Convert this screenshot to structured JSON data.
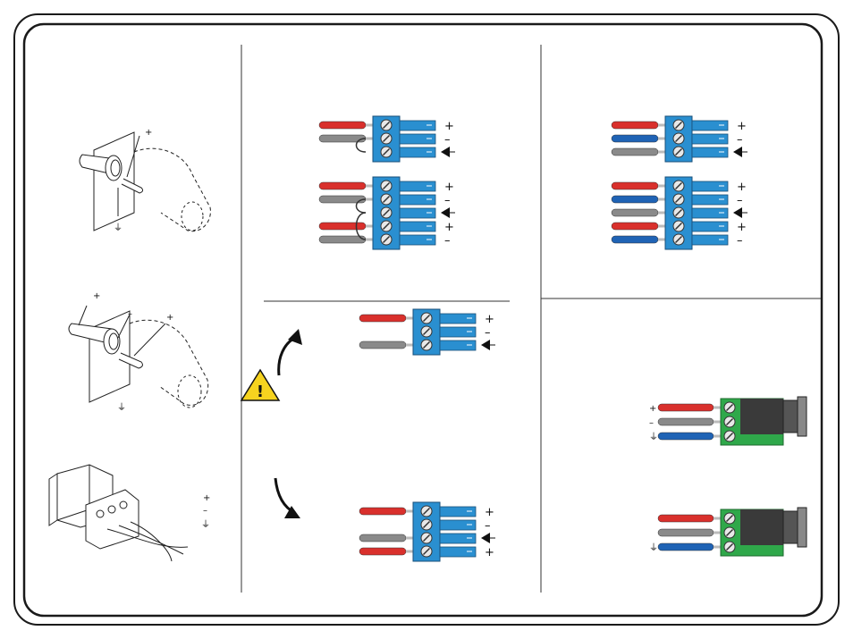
{
  "palette": {
    "frame": "#1a1a1a",
    "terminal_blue": "#2a8fd0",
    "terminal_green": "#2fa84a",
    "wire_red": "#d9302c",
    "wire_blue": "#1f63b5",
    "wire_gray": "#8a8a8a",
    "warning_yellow": "#f6d31f"
  },
  "jack_diagrams": {
    "mono": {
      "plus": "+",
      "ground": "⏚"
    },
    "balanced": {
      "plus_left": "+",
      "minus": "–",
      "plus_right": "+",
      "ground": "⏚"
    },
    "block_adapter": {
      "plus": "+",
      "minus": "–",
      "ground": "⏚"
    }
  },
  "connector_blocks": [
    {
      "id": "center-top-3pin",
      "screws": 3,
      "pin_marks": [
        "+",
        "–",
        "◄"
      ]
    },
    {
      "id": "center-5pin",
      "screws": 5,
      "pin_marks": [
        "+",
        "–",
        "◄",
        "+",
        "–"
      ]
    },
    {
      "id": "right-top-3pin",
      "screws": 3,
      "pin_marks": [
        "+",
        "–",
        "◄"
      ]
    },
    {
      "id": "right-5pin",
      "screws": 5,
      "pin_marks": [
        "+",
        "–",
        "◄",
        "+",
        "–"
      ]
    },
    {
      "id": "warning-3pin",
      "screws": 3,
      "pin_marks": [
        "+",
        "–",
        "◄"
      ]
    },
    {
      "id": "warning-4pin",
      "screws": 4,
      "pin_marks": [
        "+",
        "–",
        "◄",
        "+",
        "–"
      ]
    }
  ],
  "green_adapters": [
    {
      "id": "adapter-top",
      "marks": [
        "+",
        "–",
        "⏚"
      ]
    },
    {
      "id": "adapter-bottom",
      "marks": [
        "⏚"
      ]
    }
  ],
  "warning": {
    "icon": "warning-triangle",
    "symbol": "!"
  }
}
